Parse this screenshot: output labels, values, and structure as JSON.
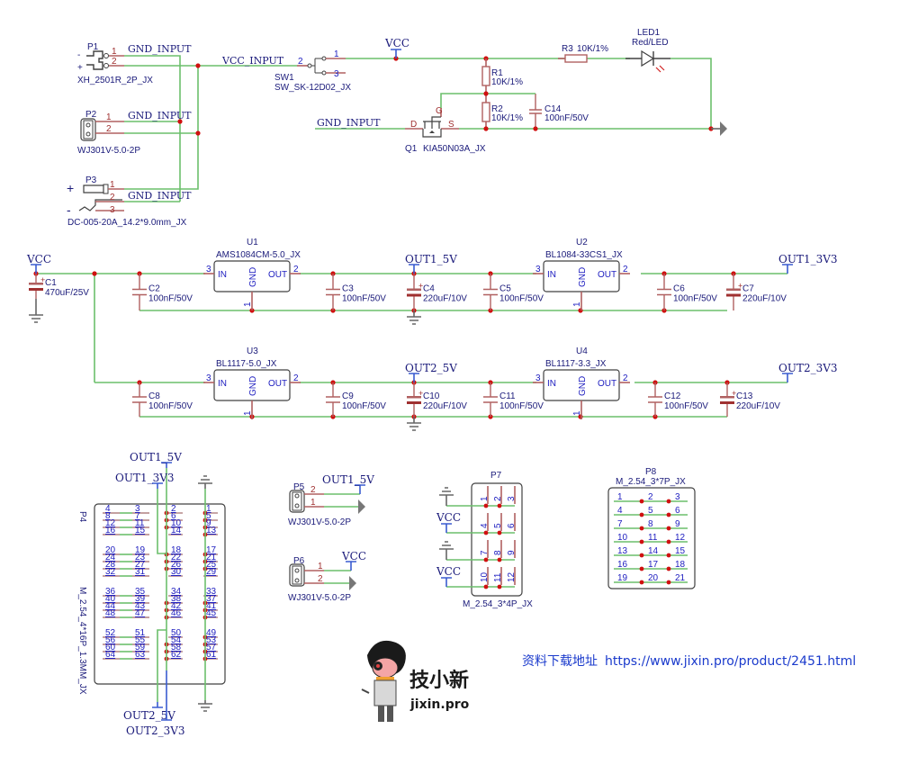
{
  "title": "Power Supply Module Schematic",
  "nets": {
    "gnd_input": "GND_INPUT",
    "vcc_input": "VCC_INPUT",
    "vcc": "VCC",
    "out1_5v": "OUT1_5V",
    "out1_3v3": "OUT1_3V3",
    "out2_5v": "OUT2_5V",
    "out2_3v3": "OUT2_3V3"
  },
  "components": {
    "P1": {
      "ref": "P1",
      "value": "XH_2501R_2P_JX",
      "pins": [
        "1",
        "2"
      ],
      "signs": [
        "-",
        "+"
      ]
    },
    "P2": {
      "ref": "P2",
      "value": "WJ301V-5.0-2P",
      "pins": [
        "1",
        "2"
      ]
    },
    "P3": {
      "ref": "P3",
      "value": "DC-005-20A_14.2*9.0mm_JX",
      "pins": [
        "1",
        "2",
        "3"
      ],
      "signs": [
        "+",
        "-"
      ]
    },
    "SW1": {
      "ref": "SW1",
      "value": "SW_SK-12D02_JX",
      "pins": [
        "1",
        "2",
        "3"
      ]
    },
    "Q1": {
      "ref": "Q1",
      "value": "KIA50N03A_JX",
      "pins": [
        "D",
        "G",
        "S"
      ]
    },
    "R1": {
      "ref": "R1",
      "value": "10K/1%"
    },
    "R2": {
      "ref": "R2",
      "value": "10K/1%"
    },
    "R3": {
      "ref": "R3",
      "value": "10K/1%"
    },
    "C14": {
      "ref": "C14",
      "value": "100nF/50V"
    },
    "LED1": {
      "ref": "LED1",
      "value": "Red/LED"
    },
    "C1": {
      "ref": "C1",
      "value": "470uF/25V"
    },
    "C2": {
      "ref": "C2",
      "value": "100nF/50V"
    },
    "C3": {
      "ref": "C3",
      "value": "100nF/50V"
    },
    "C4": {
      "ref": "C4",
      "value": "220uF/10V"
    },
    "C5": {
      "ref": "C5",
      "value": "100nF/50V"
    },
    "C6": {
      "ref": "C6",
      "value": "100nF/50V"
    },
    "C7": {
      "ref": "C7",
      "value": "220uF/10V"
    },
    "C8": {
      "ref": "C8",
      "value": "100nF/50V"
    },
    "C9": {
      "ref": "C9",
      "value": "100nF/50V"
    },
    "C10": {
      "ref": "C10",
      "value": "220uF/10V"
    },
    "C11": {
      "ref": "C11",
      "value": "100nF/50V"
    },
    "C12": {
      "ref": "C12",
      "value": "100nF/50V"
    },
    "C13": {
      "ref": "C13",
      "value": "220uF/10V"
    },
    "U1": {
      "ref": "U1",
      "value": "AMS1084CM-5.0_JX"
    },
    "U2": {
      "ref": "U2",
      "value": "BL1084-33CS1_JX"
    },
    "U3": {
      "ref": "U3",
      "value": "BL1117-5.0_JX"
    },
    "U4": {
      "ref": "U4",
      "value": "BL1117-3.3_JX"
    },
    "P5": {
      "ref": "P5",
      "value": "WJ301V-5.0-2P",
      "pins": [
        "2",
        "1"
      ]
    },
    "P6": {
      "ref": "P6",
      "value": "WJ301V-5.0-2P",
      "pins": [
        "1",
        "2"
      ]
    },
    "P7": {
      "ref": "P7",
      "value": "M_2.54_3*4P_JX"
    },
    "P8": {
      "ref": "P8",
      "value": "M_2.54_3*7P_JX"
    },
    "P4": {
      "ref": "P4",
      "value": "M_2.54_4*16P_1.3MM_JX"
    }
  },
  "regulator_pins": {
    "in": "IN",
    "out": "OUT",
    "gnd": "GND",
    "in_num": "3",
    "out_num": "2",
    "gnd_num": "1"
  },
  "p4_rows": [
    [
      "4",
      "3",
      "2",
      "1"
    ],
    [
      "8",
      "7",
      "6",
      "5"
    ],
    [
      "12",
      "11",
      "10",
      "9"
    ],
    [
      "16",
      "15",
      "14",
      "13"
    ],
    [
      "20",
      "19",
      "18",
      "17"
    ],
    [
      "24",
      "23",
      "22",
      "21"
    ],
    [
      "28",
      "27",
      "26",
      "25"
    ],
    [
      "32",
      "31",
      "30",
      "29"
    ],
    [
      "36",
      "35",
      "34",
      "33"
    ],
    [
      "40",
      "39",
      "38",
      "37"
    ],
    [
      "44",
      "43",
      "42",
      "41"
    ],
    [
      "48",
      "47",
      "46",
      "45"
    ],
    [
      "52",
      "51",
      "50",
      "49"
    ],
    [
      "56",
      "55",
      "54",
      "53"
    ],
    [
      "60",
      "59",
      "58",
      "57"
    ],
    [
      "64",
      "63",
      "62",
      "61"
    ]
  ],
  "p7_rows": [
    [
      "1",
      "2",
      "3"
    ],
    [
      "4",
      "5",
      "6"
    ],
    [
      "7",
      "8",
      "9"
    ],
    [
      "10",
      "11",
      "12"
    ]
  ],
  "p8_rows": [
    [
      "1",
      "2",
      "3"
    ],
    [
      "4",
      "5",
      "6"
    ],
    [
      "7",
      "8",
      "9"
    ],
    [
      "10",
      "11",
      "12"
    ],
    [
      "13",
      "14",
      "15"
    ],
    [
      "16",
      "17",
      "18"
    ],
    [
      "19",
      "20",
      "21"
    ]
  ],
  "brand": {
    "name_cn": "技小新",
    "domain": "jixin.pro"
  },
  "download": {
    "label": "资料下载地址",
    "url": "https://www.jixin.pro/product/2451.html"
  }
}
